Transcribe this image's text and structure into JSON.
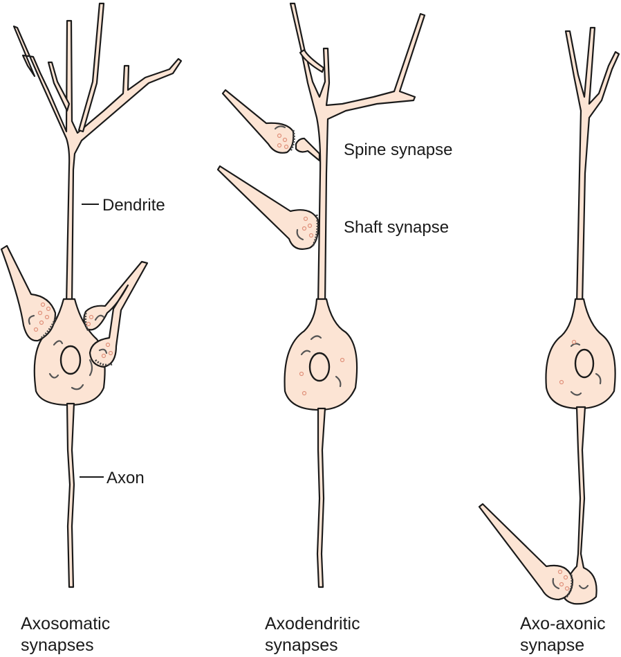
{
  "labels": {
    "dendrite": "Dendrite",
    "axon": "Axon",
    "spine_synapse": "Spine synapse",
    "shaft_synapse": "Shaft synapse"
  },
  "captions": {
    "axosomatic": [
      "Axosomatic",
      "synapses"
    ],
    "axodendritic": [
      "Axodendritic",
      "synapses"
    ],
    "axoaxonic": [
      "Axo-axonic",
      "synapse"
    ]
  },
  "colors": {
    "cell_fill": "#fce4d4",
    "outline": "#1a1a1a",
    "vesicle": "#e0907a"
  }
}
